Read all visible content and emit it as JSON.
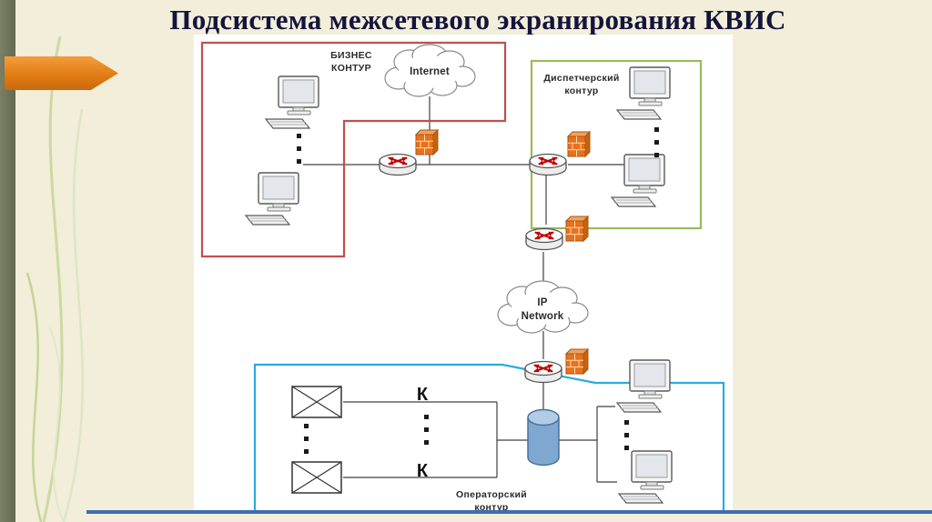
{
  "slide": {
    "title": "Подсистема межсетевого экранирования КВИС"
  },
  "diagram": {
    "labels": {
      "business_contour": "БИЗНЕС\nКОНТУР",
      "internet": "Internet",
      "dispatcher_contour": "Диспетчерский\nконтур",
      "ip_network": "IP\nNetwork",
      "operator_contour": "Операторский\nконтур",
      "switch_k_top": "К",
      "switch_k_bottom": "К"
    },
    "colors": {
      "business_contour_border": "#c0504d",
      "dispatcher_contour_border": "#9bbb59",
      "operator_contour_border": "#29abe2",
      "firewall": "#e8711d",
      "router_arrows": "#c00000",
      "server_cylinder": "#7fa8d0",
      "bottom_accent_line": "#3f6db5",
      "arrow_decoration": "#e07a12",
      "slide_background": "#f2eeda"
    },
    "icons": {
      "computer": "computer-icon",
      "router": "router-icon",
      "firewall": "firewall-icon",
      "cloud": "cloud-icon",
      "server": "server-cylinder-icon",
      "crossed_switch": "crossed-box-icon",
      "ellipsis": "vertical-dots-icon"
    }
  }
}
